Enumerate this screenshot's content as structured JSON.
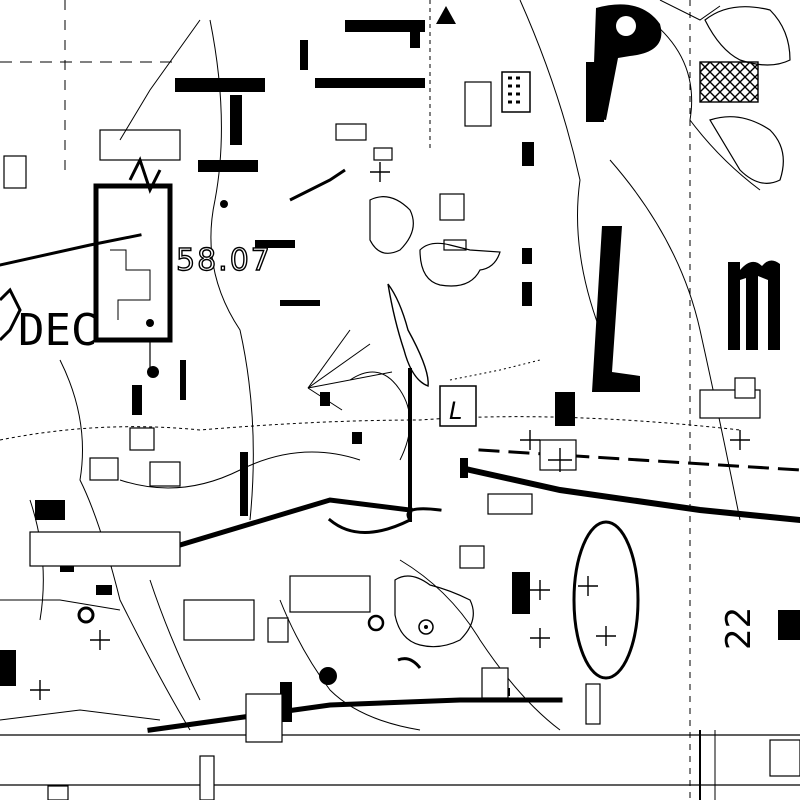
{
  "map": {
    "labels": {
      "elevation": "58.07",
      "area_fragment": "DEC",
      "large_letter": "L",
      "large_letter_2": "m",
      "road_number": "22",
      "box_letter": "L"
    },
    "colors": {
      "ink": "#000000",
      "paper": "#ffffff"
    }
  }
}
